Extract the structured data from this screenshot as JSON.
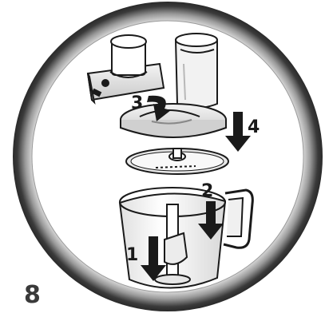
{
  "page_number": "8",
  "steps": [
    {
      "label": "1"
    },
    {
      "label": "2"
    },
    {
      "label": "3"
    },
    {
      "label": "4"
    }
  ],
  "colors": {
    "ring_outer": "#2f2f2f",
    "ring_inner": "#bdbdbd",
    "line": "#1a1a1a",
    "part_fill": "#ffffff",
    "part_shade": "#d4d4d4",
    "arrow": "#1a1a1a"
  },
  "icons": {
    "frame": "circular-gradient-frame",
    "step_arrow": "down-arrow"
  }
}
